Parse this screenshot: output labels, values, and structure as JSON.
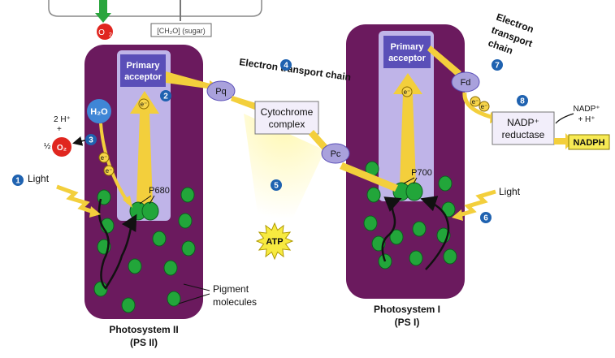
{
  "top": {
    "o2": "O",
    "o2_sub": "2",
    "sugar": "[CH₂O] (sugar)"
  },
  "psii": {
    "name_line1": "Photosystem II",
    "name_line2": "(PS II)",
    "acceptor_line1": "Primary",
    "acceptor_line2": "acceptor",
    "reaction_center": "P680",
    "water": "H₂O",
    "products_h": "2 H⁺",
    "products_plus": "+",
    "products_half": "½",
    "products_o2": "O₂",
    "electron": "e⁻"
  },
  "psi": {
    "name_line1": "Photosystem I",
    "name_line2": "(PS I)",
    "acceptor_line1": "Primary",
    "acceptor_line2": "acceptor",
    "reaction_center": "P700"
  },
  "carriers": {
    "pq": "Pq",
    "cytochrome_line1": "Cytochrome",
    "cytochrome_line2": "complex",
    "pc": "Pc",
    "fd": "Fd",
    "nadp_reductase_line1": "NADP⁺",
    "nadp_reductase_line2": "reductase",
    "nadp_in_line1": "NADP⁺",
    "nadp_in_line2": "+ H⁺",
    "nadph": "NADPH",
    "atp": "ATP"
  },
  "labels": {
    "etc_main": "Electron transport chain",
    "etc_2_line1": "Electron",
    "etc_2_line2": "transport",
    "etc_2_line3": "chain",
    "light1": "Light",
    "light2": "Light",
    "pigment_line1": "Pigment",
    "pigment_line2": "molecules"
  },
  "steps": [
    "1",
    "2",
    "3",
    "4",
    "5",
    "6",
    "7",
    "8"
  ],
  "colors": {
    "photosystem": "#6b1a5e",
    "inner_panel": "#bfb4e8",
    "acceptor": "#5a4fb8",
    "pigment": "#22a63a",
    "carrier": "#a9a1dc",
    "box": "#f2eefa",
    "arrow": "#f3cf3c",
    "badge": "#1f62b0",
    "o2": "#e0261f",
    "water": "#3f86d6",
    "nadph": "#f7ea54"
  }
}
